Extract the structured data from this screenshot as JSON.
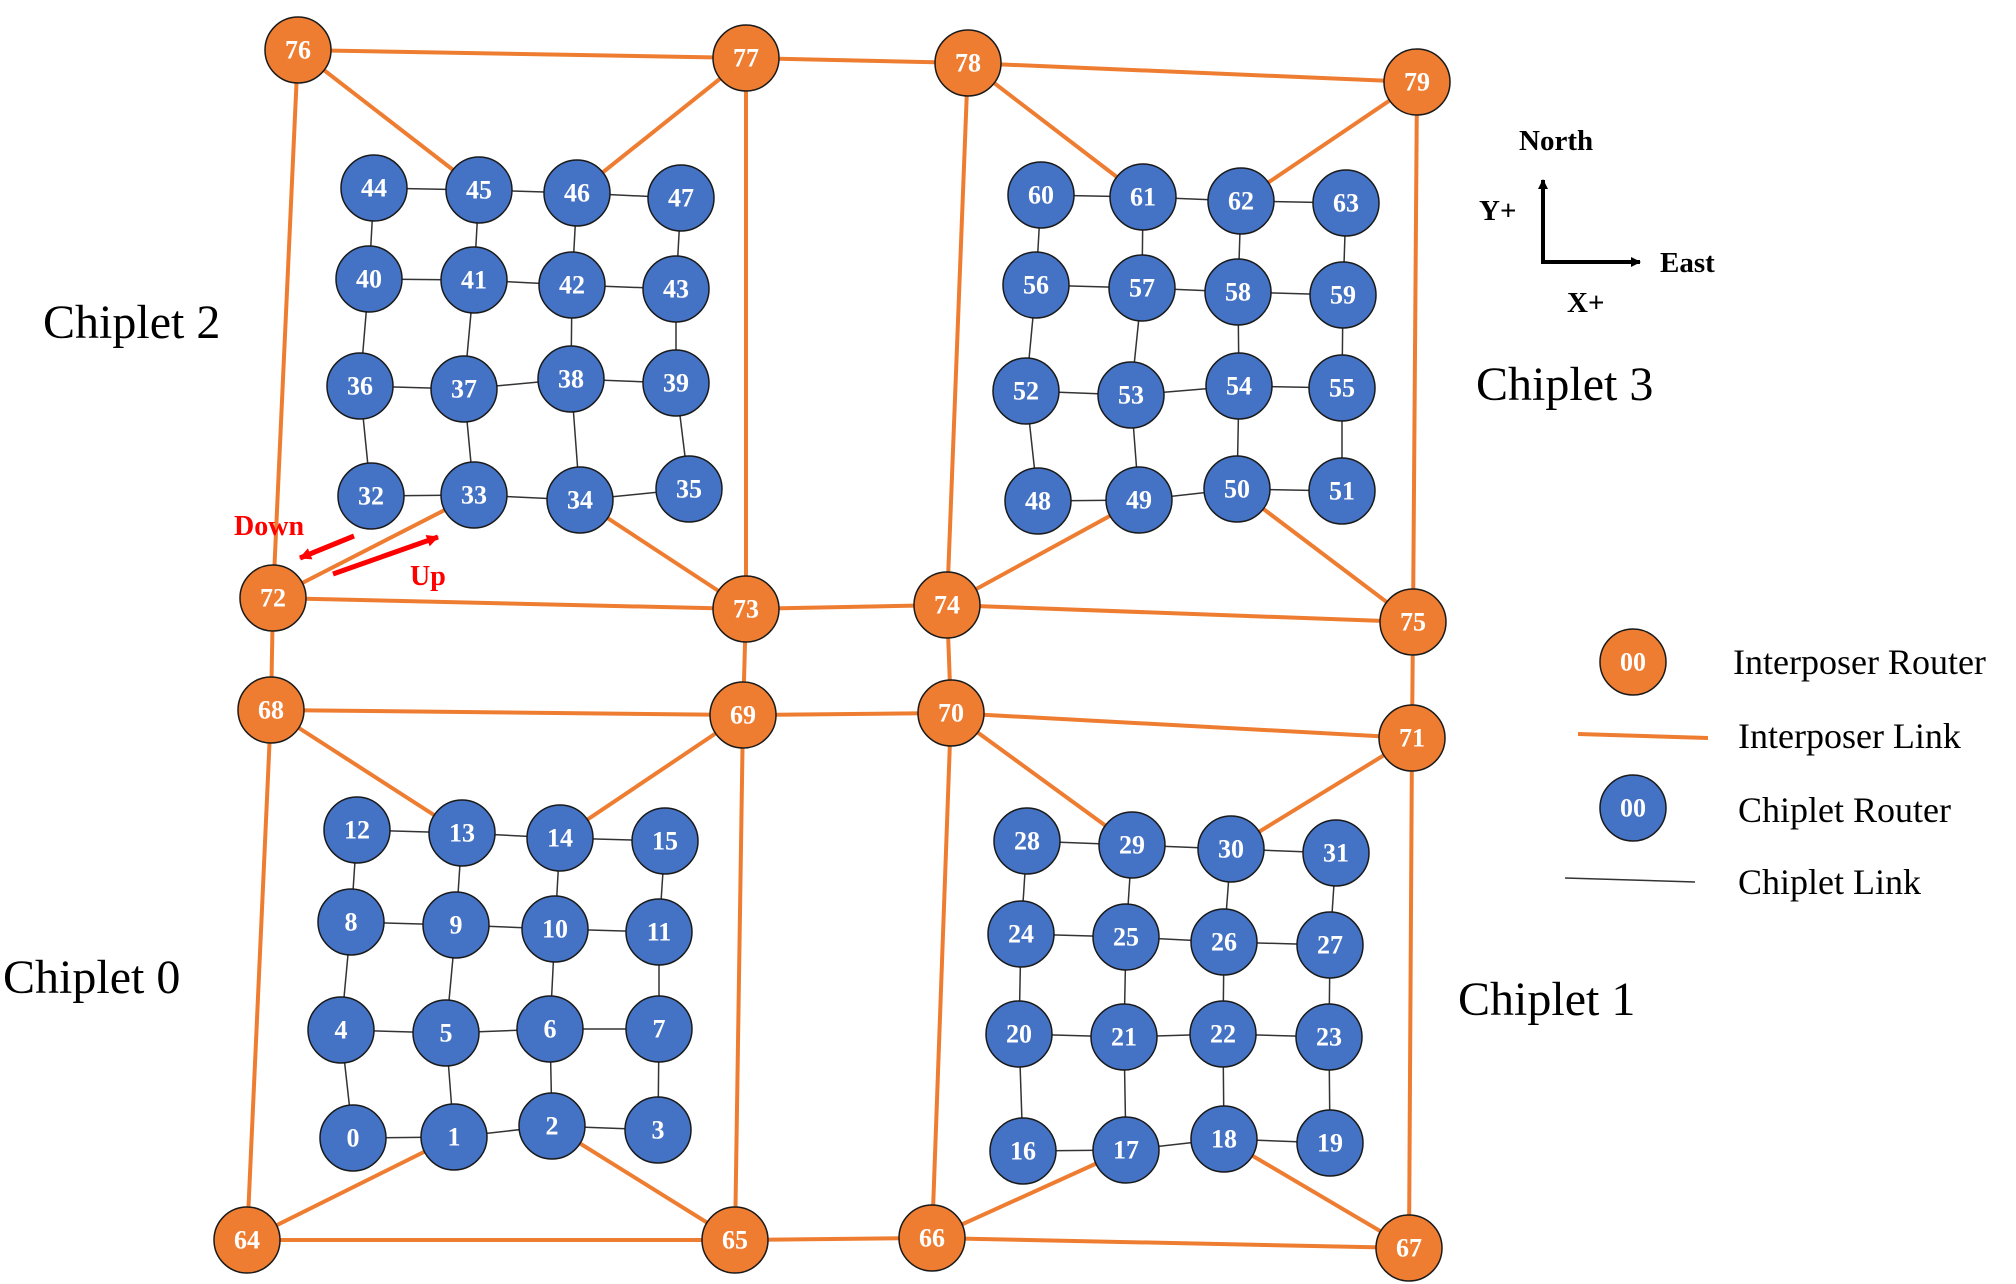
{
  "colors": {
    "interposer": "#ee7d31",
    "chiplet": "#4472c4",
    "node_stroke": "#1a1a1a",
    "chiplet_link": "#333333",
    "updown": "#ff0000"
  },
  "chiplet_labels": [
    "Chiplet 0",
    "Chiplet 1",
    "Chiplet 2",
    "Chiplet 3"
  ],
  "compass": {
    "north": "North",
    "east": "East",
    "y_plus": "Y+",
    "x_plus": "X+"
  },
  "updown": {
    "down": "Down",
    "up": "Up"
  },
  "legend": {
    "interposer_router_label": "Interposer Router",
    "interposer_link_label": "Interposer Link",
    "chiplet_router_label": "Chiplet Router",
    "chiplet_link_label": "Chiplet Link",
    "sample_id": "00"
  },
  "interposer_links": [
    [
      "76",
      "77"
    ],
    [
      "77",
      "78"
    ],
    [
      "78",
      "79"
    ],
    [
      "76",
      "72"
    ],
    [
      "77",
      "73"
    ],
    [
      "78",
      "74"
    ],
    [
      "79",
      "75"
    ],
    [
      "72",
      "73"
    ],
    [
      "73",
      "74"
    ],
    [
      "74",
      "75"
    ],
    [
      "72",
      "68"
    ],
    [
      "73",
      "69"
    ],
    [
      "74",
      "70"
    ],
    [
      "75",
      "71"
    ],
    [
      "68",
      "69"
    ],
    [
      "69",
      "70"
    ],
    [
      "70",
      "71"
    ],
    [
      "68",
      "64"
    ],
    [
      "69",
      "65"
    ],
    [
      "70",
      "66"
    ],
    [
      "71",
      "67"
    ],
    [
      "64",
      "65"
    ],
    [
      "65",
      "66"
    ],
    [
      "66",
      "67"
    ],
    [
      "76",
      "45"
    ],
    [
      "77",
      "46"
    ],
    [
      "72",
      "33"
    ],
    [
      "73",
      "34"
    ],
    [
      "78",
      "61"
    ],
    [
      "79",
      "62"
    ],
    [
      "74",
      "49"
    ],
    [
      "75",
      "50"
    ],
    [
      "68",
      "13"
    ],
    [
      "69",
      "14"
    ],
    [
      "64",
      "1"
    ],
    [
      "65",
      "2"
    ],
    [
      "70",
      "29"
    ],
    [
      "71",
      "30"
    ],
    [
      "66",
      "17"
    ],
    [
      "67",
      "18"
    ]
  ]
}
